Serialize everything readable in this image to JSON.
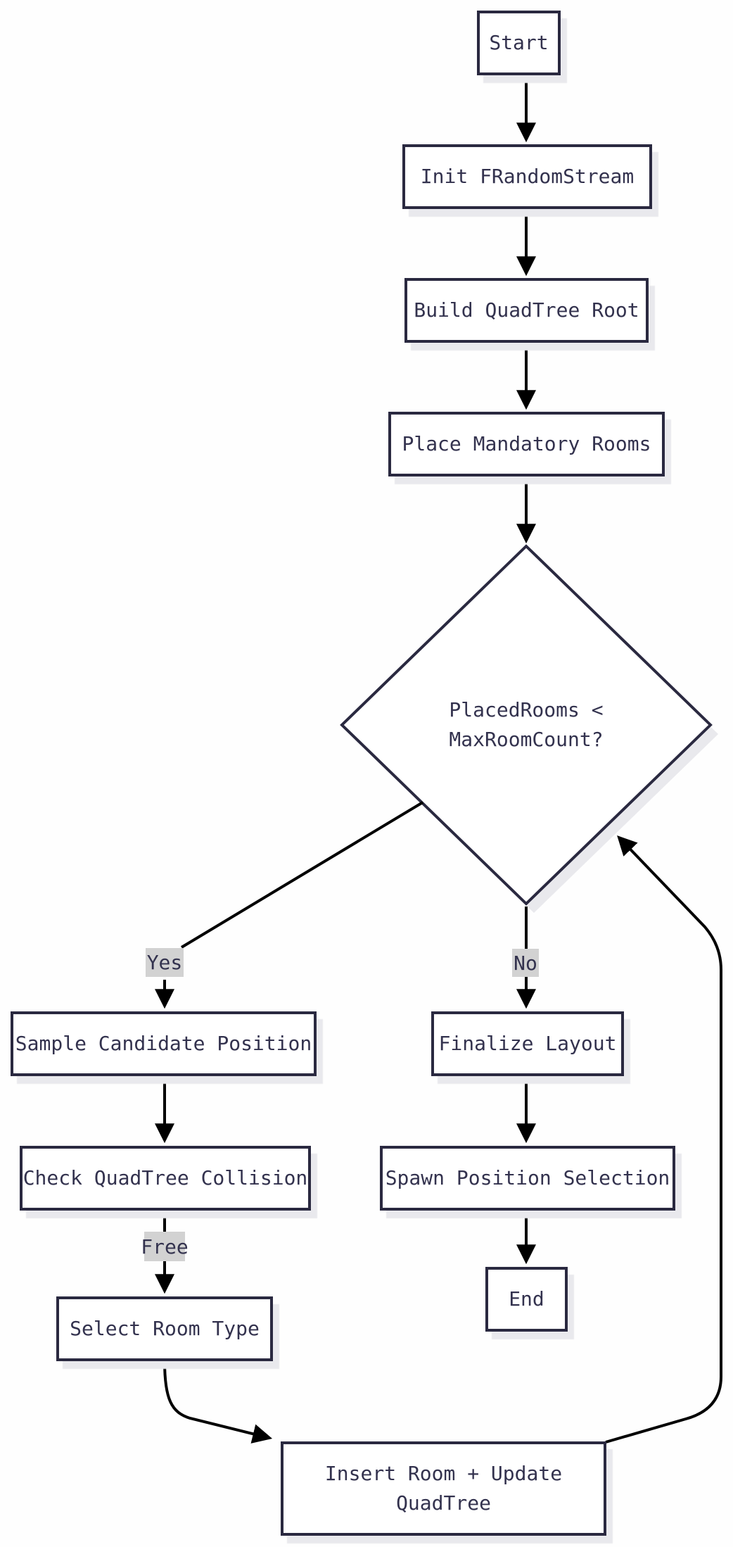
{
  "diagram": {
    "type": "flowchart",
    "direction": "top-down",
    "title": "Room placement / dungeon generation flowchart"
  },
  "nodes": {
    "start": {
      "label": "Start",
      "shape": "rect"
    },
    "init": {
      "label": "Init FRandomStream",
      "shape": "rect"
    },
    "build": {
      "label": "Build QuadTree Root",
      "shape": "rect"
    },
    "place": {
      "label": "Place Mandatory Rooms",
      "shape": "rect"
    },
    "decision": {
      "label": "PlacedRooms <\nMaxRoomCount?",
      "shape": "diamond"
    },
    "sample": {
      "label": "Sample Candidate Position",
      "shape": "rect"
    },
    "check": {
      "label": "Check QuadTree Collision",
      "shape": "rect"
    },
    "select": {
      "label": "Select Room Type",
      "shape": "rect"
    },
    "insert": {
      "label": "Insert Room + Update\nQuadTree",
      "shape": "rect"
    },
    "finalize": {
      "label": "Finalize Layout",
      "shape": "rect"
    },
    "spawn": {
      "label": "Spawn Position Selection",
      "shape": "rect"
    },
    "end": {
      "label": "End",
      "shape": "rect"
    }
  },
  "edge_labels": {
    "yes": "Yes",
    "no": "No",
    "free": "Free"
  },
  "edges": [
    {
      "from": "Start",
      "to": "Init FRandomStream",
      "label": ""
    },
    {
      "from": "Init FRandomStream",
      "to": "Build QuadTree Root",
      "label": ""
    },
    {
      "from": "Build QuadTree Root",
      "to": "Place Mandatory Rooms",
      "label": ""
    },
    {
      "from": "Place Mandatory Rooms",
      "to": "PlacedRooms < MaxRoomCount?",
      "label": ""
    },
    {
      "from": "PlacedRooms < MaxRoomCount?",
      "to": "Sample Candidate Position",
      "label": "Yes"
    },
    {
      "from": "PlacedRooms < MaxRoomCount?",
      "to": "Finalize Layout",
      "label": "No"
    },
    {
      "from": "Sample Candidate Position",
      "to": "Check QuadTree Collision",
      "label": ""
    },
    {
      "from": "Check QuadTree Collision",
      "to": "Select Room Type",
      "label": "Free"
    },
    {
      "from": "Select Room Type",
      "to": "Insert Room + Update QuadTree",
      "label": ""
    },
    {
      "from": "Insert Room + Update QuadTree",
      "to": "PlacedRooms < MaxRoomCount?",
      "label": ""
    },
    {
      "from": "Finalize Layout",
      "to": "Spawn Position Selection",
      "label": ""
    },
    {
      "from": "Spawn Position Selection",
      "to": "End",
      "label": ""
    }
  ],
  "colors": {
    "node_border": "#2a2940",
    "node_fill": "#ffffff",
    "text": "#33324e",
    "edge_line": "#000000",
    "edge_label_bg": "#d2d2d2",
    "shadow": "#e9e9ed",
    "background": "#fefefe"
  }
}
